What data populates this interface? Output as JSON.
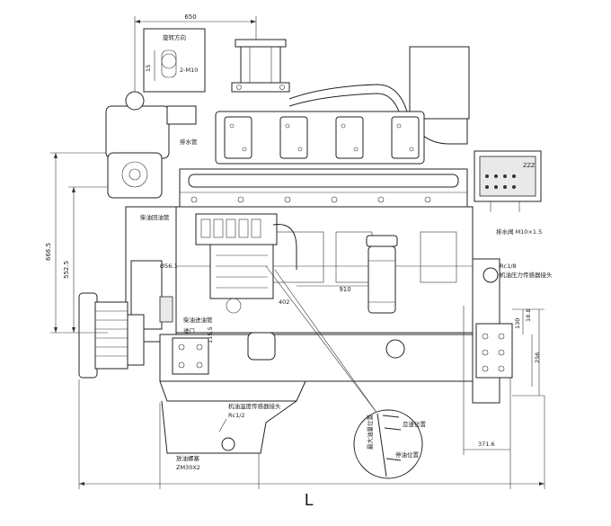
{
  "drawing": {
    "dimensions": {
      "top_width": "650",
      "left_outer": "666.5",
      "left_inner": "552.5",
      "mid_width": "910",
      "right_a": "18.8",
      "right_b": "130",
      "right_c": "256",
      "bottom_right": "371.6",
      "hole_label": "Ø56.1",
      "bolt_label": "402",
      "small_a": "115.5",
      "total_length": "L"
    },
    "labels": {
      "rotation_direction": "旋转方向",
      "box_a": "2-M10",
      "box_b": "15",
      "exhaust_outlet": "排水管",
      "fuel_return": "柴油回油管",
      "fuel_inlet": "柴油进油管",
      "inlet_size": "进口",
      "water_pipe": "排水阀 M10×1.5",
      "oil_pressure_sensor": "机油压力传感器接头",
      "oil_temp_sensor": "机油温度传感器接头",
      "oil_temp_thread": "Rc1/2",
      "oil_pressure_thread": "Rc1/8",
      "drain_plug": "放油螺塞",
      "drain_plug_spec": "ZM30X2",
      "max_speed": "最大油量位置",
      "idle_position": "怠速位置",
      "stop_position": "停油位置"
    },
    "panel": {
      "readout": "ZZZ"
    }
  }
}
